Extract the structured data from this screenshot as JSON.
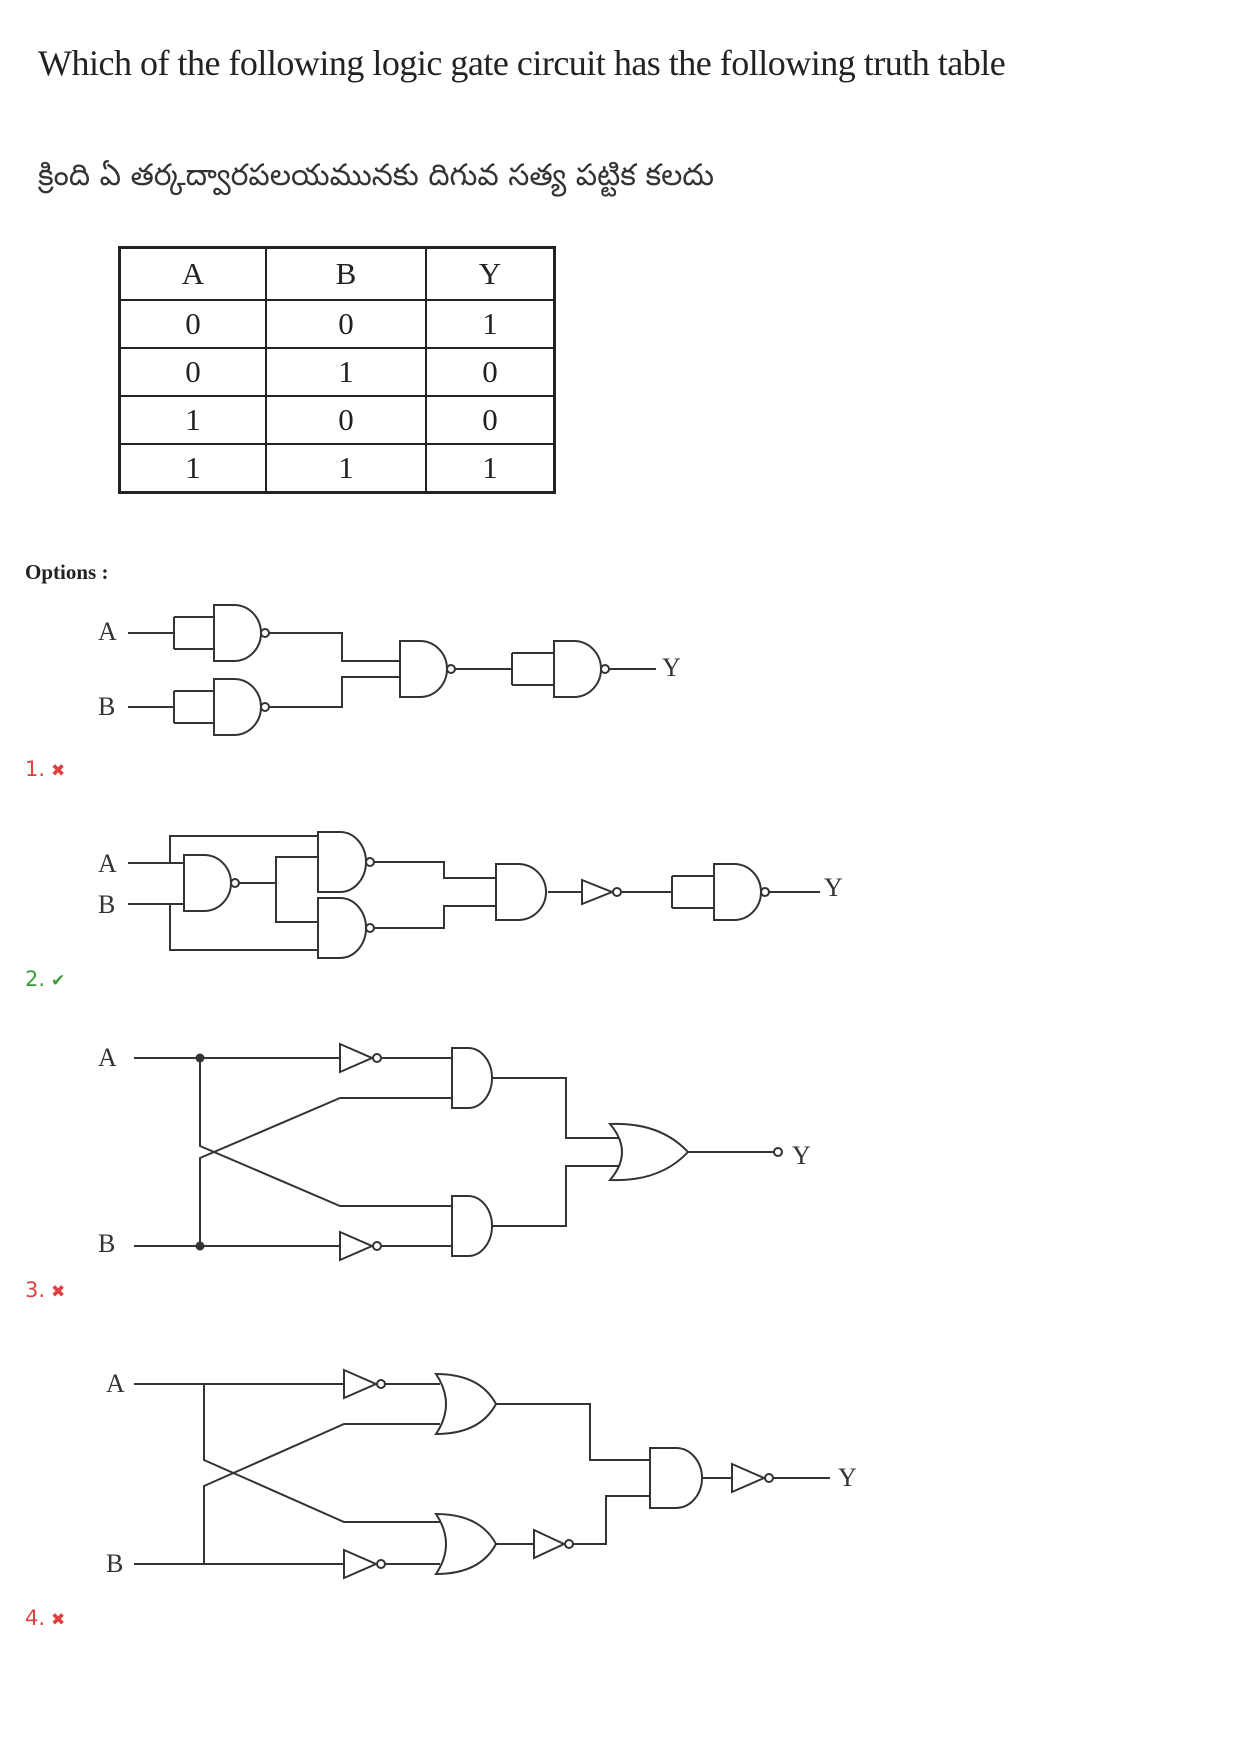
{
  "question": {
    "text_en": "Which of the following logic gate circuit has the following truth table",
    "text_te": "క్రింది ఏ తర్కద్వారపలయమునకు దిగువ సత్య పట్టిక కలదు"
  },
  "truth_table": {
    "headers": [
      "A",
      "B",
      "Y"
    ],
    "rows": [
      [
        "0",
        "0",
        "1"
      ],
      [
        "0",
        "1",
        "0"
      ],
      [
        "1",
        "0",
        "0"
      ],
      [
        "1",
        "1",
        "1"
      ]
    ]
  },
  "options_label": "Options :",
  "options": [
    {
      "number": "1.",
      "status": "incorrect",
      "mark": "✖",
      "labels": {
        "a": "A",
        "b": "B",
        "y": "Y"
      }
    },
    {
      "number": "2.",
      "status": "correct",
      "mark": "✔",
      "labels": {
        "a": "A",
        "b": "B",
        "y": "Y"
      }
    },
    {
      "number": "3.",
      "status": "incorrect",
      "mark": "✖",
      "labels": {
        "a": "A",
        "b": "B",
        "y": "Y"
      }
    },
    {
      "number": "4.",
      "status": "incorrect",
      "mark": "✖",
      "labels": {
        "a": "A",
        "b": "B",
        "y": "Y"
      }
    }
  ],
  "colors": {
    "correct": "#3a9d3a",
    "incorrect": "#e04040"
  }
}
